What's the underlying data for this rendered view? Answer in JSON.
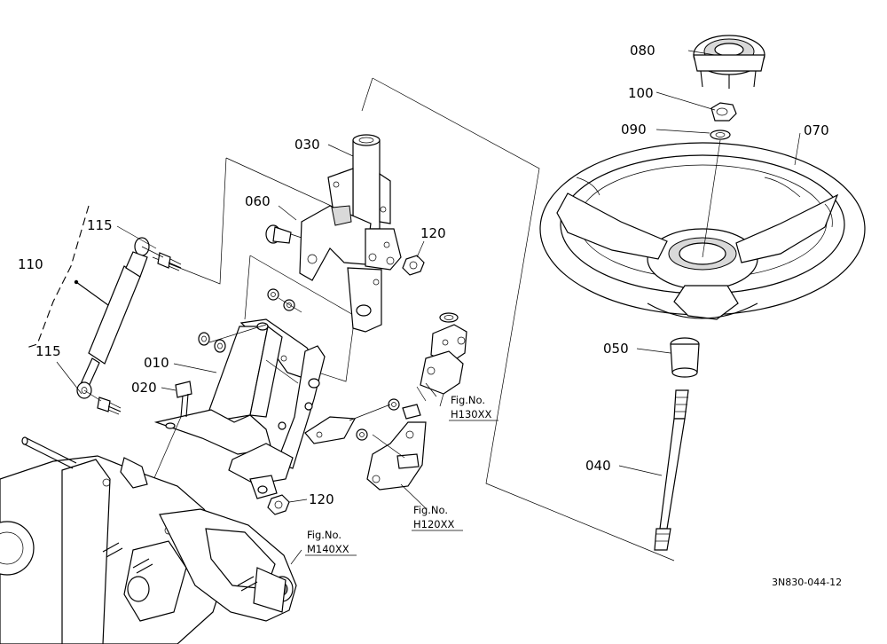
{
  "diagram": {
    "drawing_code": "3N830-044-12",
    "part_labels": {
      "p010": "010",
      "p020": "020",
      "p030": "030",
      "p040": "040",
      "p050": "050",
      "p060": "060",
      "p070": "070",
      "p080": "080",
      "p090": "090",
      "p100": "100",
      "p110": "110",
      "p115a": "115",
      "p115b": "115",
      "p120a": "120",
      "p120b": "120"
    },
    "figure_refs": {
      "h130": {
        "line1": "Fig.No.",
        "line2": "H130XX"
      },
      "h120": {
        "line1": "Fig.No.",
        "line2": "H120XX"
      },
      "m140": {
        "line1": "Fig.No.",
        "line2": "M140XX"
      }
    }
  }
}
